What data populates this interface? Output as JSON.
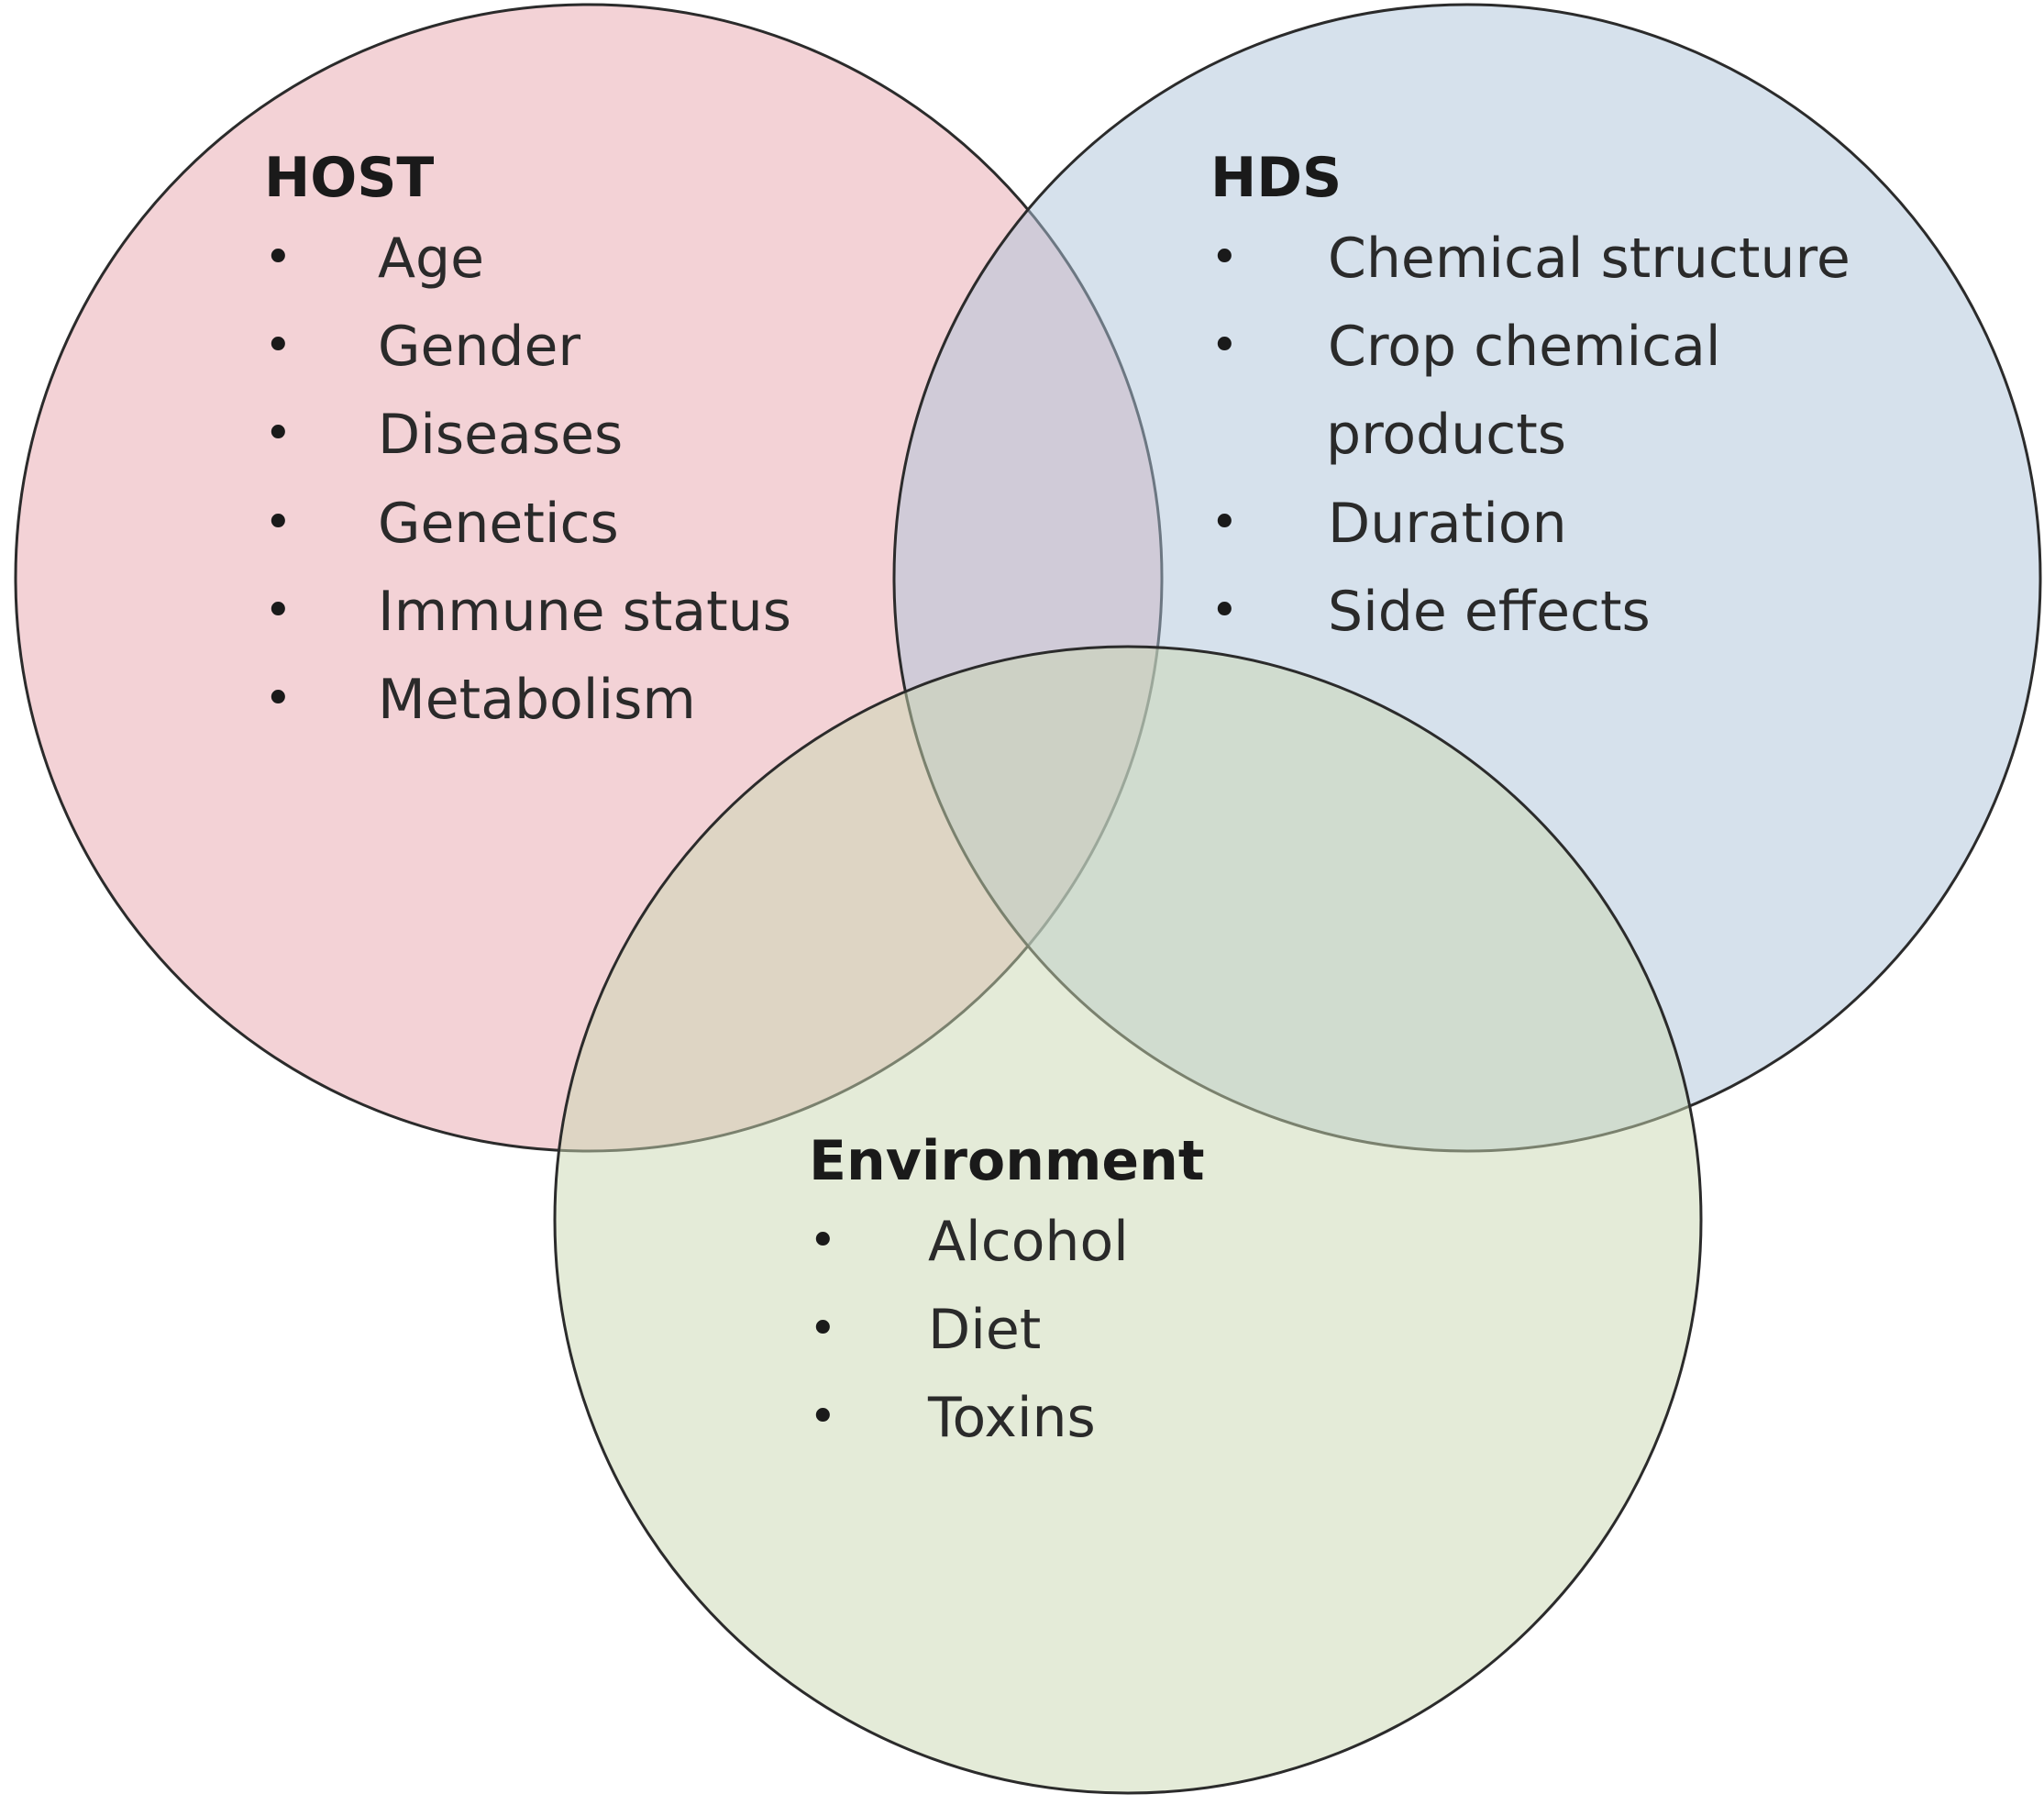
{
  "colors": {
    "host": "#e8a6ad",
    "hds": "#aec4da",
    "environment": "#c9d8b1",
    "outline": "#2b2b2b"
  },
  "host": {
    "title": "HOST",
    "items": [
      "Age",
      "Gender",
      "Diseases",
      "Genetics",
      "Immune status",
      "Metabolism"
    ]
  },
  "hds": {
    "title": "HDS",
    "items": [
      "Chemical structure",
      "Crop chemical",
      "products",
      "Duration",
      "Side effects"
    ]
  },
  "environment": {
    "title": "Environment",
    "items": [
      "Alcohol",
      "Diet",
      "Toxins"
    ]
  },
  "bullet_glyph": "•"
}
